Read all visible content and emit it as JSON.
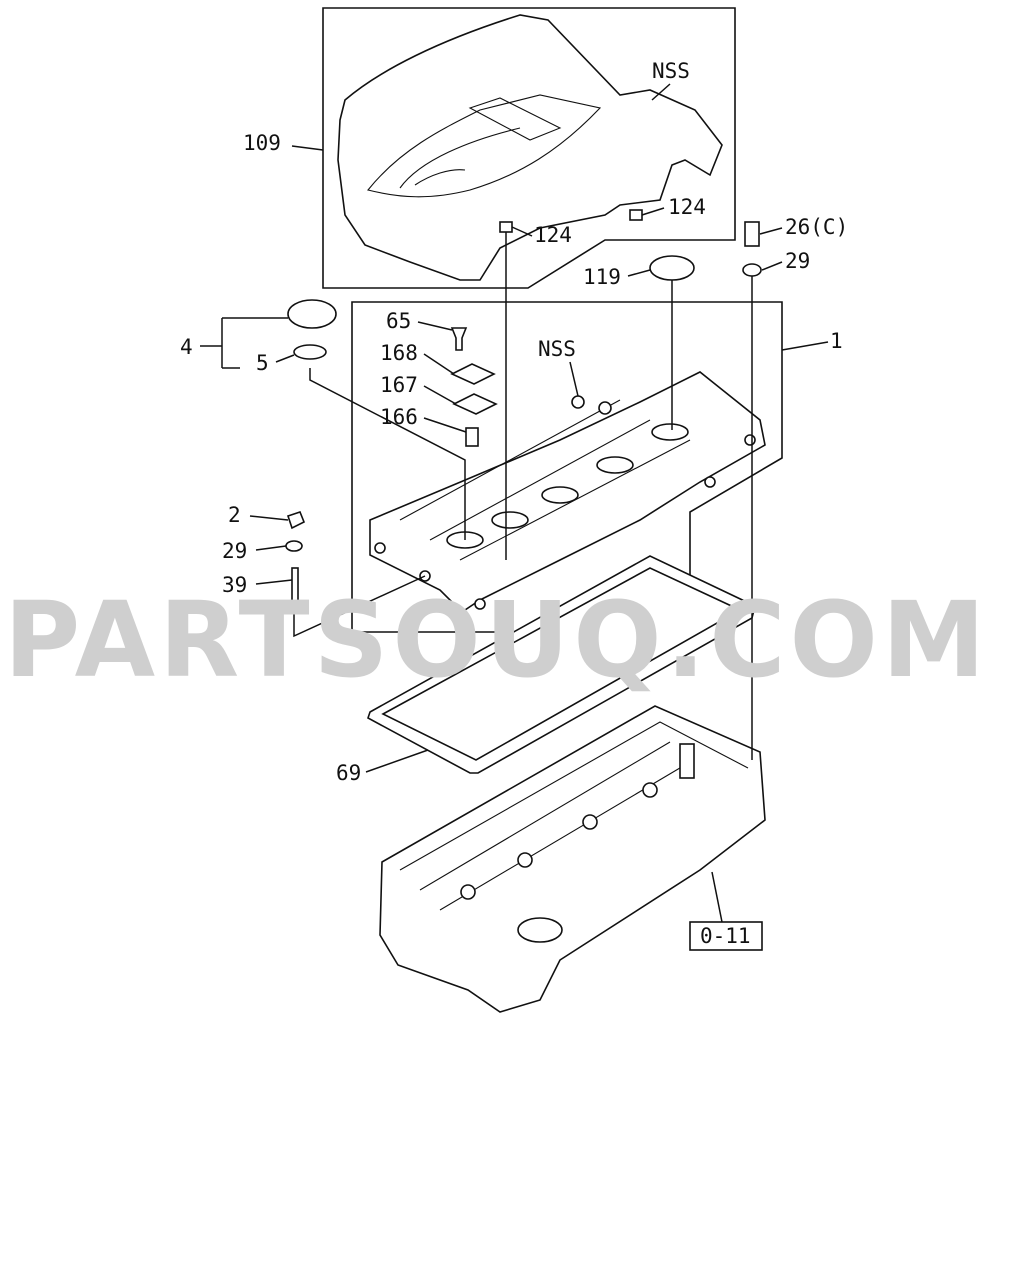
{
  "watermark": "PARTSOUQ.COM",
  "reference_box": "0-11",
  "labels": {
    "l109": "109",
    "nss_top": "NSS",
    "l124a": "124",
    "l124b": "124",
    "l26c": "26(C)",
    "l29a": "29",
    "l119": "119",
    "l1": "1",
    "l4": "4",
    "l5": "5",
    "l65": "65",
    "l168": "168",
    "l167": "167",
    "l166": "166",
    "nss_mid": "NSS",
    "l2": "2",
    "l29b": "29",
    "l39": "39",
    "l69": "69"
  }
}
